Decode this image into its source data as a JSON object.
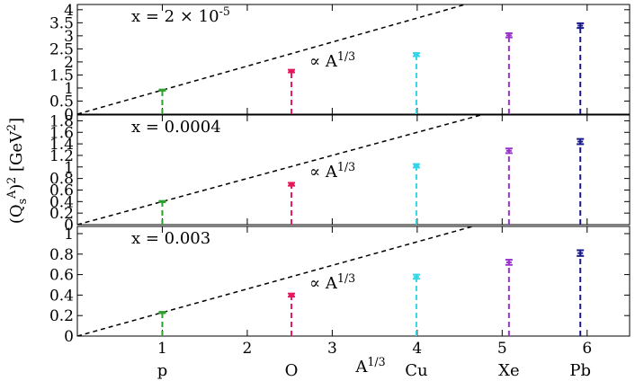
{
  "chart_data": {
    "type": "scatter",
    "ylabel": "(Q_s^A)^2 [GeV^2]",
    "xlabel": "A^{1/3}",
    "xlim": [
      0,
      6.5
    ],
    "x_ticks": [
      1,
      2,
      3,
      4,
      5,
      6
    ],
    "nuclei": [
      {
        "label": "p",
        "x": 1.0,
        "color": "#2ca02c"
      },
      {
        "label": "O",
        "x": 2.52,
        "color": "#e6195a"
      },
      {
        "label": "Cu",
        "x": 3.99,
        "color": "#33d6e8"
      },
      {
        "label": "Xe",
        "x": 5.08,
        "color": "#9933cc"
      },
      {
        "label": "Pb",
        "x": 5.92,
        "color": "#1a1a8c"
      }
    ],
    "annotation": "∝ A^{1/3}",
    "panels": [
      {
        "x_label": "x = 2 × 10^{-5}",
        "ylim": [
          0,
          4.2
        ],
        "y_ticks": [
          0,
          0.5,
          1,
          1.5,
          2,
          2.5,
          3,
          3.5,
          4
        ],
        "y_tick_labels": [
          "0",
          "0.5",
          "1",
          "1.5",
          "2",
          "2.5",
          "3",
          "3.5",
          "4"
        ],
        "values": [
          0.92,
          1.65,
          2.28,
          3.02,
          3.39
        ],
        "errors": [
          0.02,
          0.05,
          0.06,
          0.08,
          0.09
        ],
        "line_slope": 0.92
      },
      {
        "x_label": "x = 0.0004",
        "ylim": [
          0,
          1.9
        ],
        "y_ticks": [
          0,
          0.2,
          0.4,
          0.6,
          0.8,
          1.0,
          1.2,
          1.4,
          1.6,
          1.8
        ],
        "y_tick_labels": [
          "0",
          "0.2",
          "0.4",
          "0.6",
          "0.8",
          "1",
          "1.2",
          "1.4",
          "1.6",
          "1.8"
        ],
        "values": [
          0.4,
          0.7,
          1.02,
          1.28,
          1.44
        ],
        "errors": [
          0.01,
          0.025,
          0.03,
          0.04,
          0.045
        ],
        "line_slope": 0.4
      },
      {
        "x_label": "x = 0.003",
        "ylim": [
          0,
          1.07
        ],
        "y_ticks": [
          0,
          0.2,
          0.4,
          0.6,
          0.8,
          1.0
        ],
        "y_tick_labels": [
          "0",
          "0.2",
          "0.4",
          "0.6",
          "0.8",
          "1"
        ],
        "values": [
          0.23,
          0.4,
          0.58,
          0.72,
          0.81
        ],
        "errors": [
          0.006,
          0.015,
          0.02,
          0.025,
          0.028
        ],
        "line_slope": 0.23
      }
    ]
  }
}
